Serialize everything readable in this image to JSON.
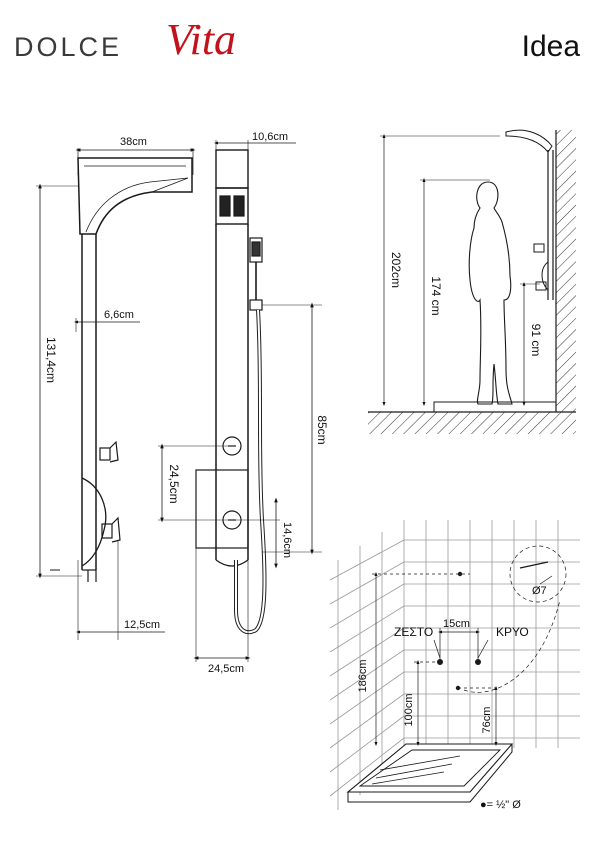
{
  "brand": {
    "name_part1": "DOLCE",
    "name_part2": "Vita"
  },
  "model_name": "Idea",
  "colors": {
    "brand_red": "#c2121c",
    "line": "#1a1a1a",
    "tile": "#9a9a9a"
  },
  "side_view": {
    "width_top": "38cm",
    "height_total": "131,4cm",
    "depth_column": "6,6cm",
    "base_offset": "12,5cm"
  },
  "front_view": {
    "width_top": "10,6cm",
    "hand_shower_height": "85cm",
    "valve_spacing": "24,5cm",
    "lower_offset": "14,6cm",
    "base_width": "24,5cm"
  },
  "person_view": {
    "total_height": "202cm",
    "person_height": "174 cm",
    "handle_height": "91 cm"
  },
  "installation_view": {
    "hot_label": "ΖΕΣΤΟ",
    "cold_label": "ΚΡΥΟ",
    "spacing": "15cm",
    "height_top": "186cm",
    "height_mid": "100cm",
    "height_low": "76cm",
    "detail_diameter": "Ø7",
    "legend": "●= ½\" Ø"
  }
}
